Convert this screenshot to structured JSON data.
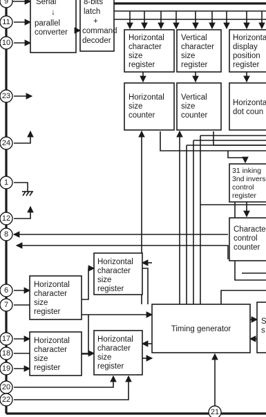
{
  "pins": {
    "p9": "9",
    "p11": "11",
    "p10": "10",
    "p23": "23",
    "p24": "24",
    "p1": "1",
    "p12": "12",
    "p8": "8",
    "p6": "6",
    "p7": "7",
    "p17": "17",
    "p18": "18",
    "p19": "19",
    "p20": "20",
    "p22": "22",
    "p21": "21"
  },
  "blocks": {
    "serial_converter": [
      "Serial",
      "↓",
      "parallel",
      "converter"
    ],
    "latch_decoder": [
      "8-bits",
      "latch",
      "+",
      "command",
      "decoder"
    ],
    "h_char_size_reg_top": [
      "Horizontal",
      "character",
      "size",
      "register"
    ],
    "v_char_size_reg_top": [
      "Vertical",
      "character",
      "size",
      "register"
    ],
    "h_display_pos_reg": [
      "Horizonta",
      "display",
      "position",
      "register"
    ],
    "h_size_counter": [
      "Horizontal",
      "size",
      "counter"
    ],
    "v_size_counter": [
      "Vertical",
      "size",
      "counter"
    ],
    "h_dot_counter": [
      "Horizonta",
      "dot coun"
    ],
    "inking_control_reg": [
      "31 inking",
      "3nd invers",
      "control",
      "register"
    ],
    "char_control_counter": [
      "Characte",
      "control",
      "counter"
    ],
    "h_char_size_reg_mid": [
      "Horizontal",
      "character",
      "size",
      "register"
    ],
    "h_char_size_reg_left1": [
      "Horizontal",
      "character",
      "size",
      "register"
    ],
    "h_char_size_reg_left2": [
      "Horizontal",
      "character",
      "size",
      "register"
    ],
    "h_char_size_reg_mid2": [
      "Horizontal",
      "character",
      "size",
      "register"
    ],
    "timing_generator": "Timing generator",
    "right_cut_block": [
      "S",
      "s"
    ]
  }
}
